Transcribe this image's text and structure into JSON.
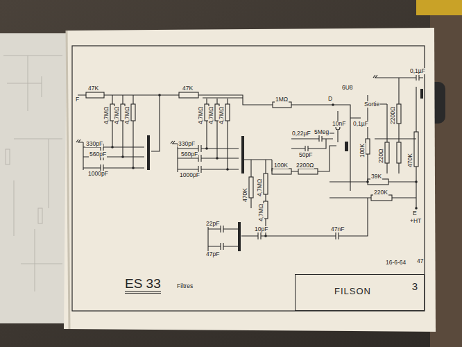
{
  "diagram": {
    "title": "ES 33",
    "nodes": [
      {
        "text": [
          "FILSON",
          "3"
        ]
      }
    ],
    "labels": [
      "F",
      "47K",
      "4,7MΩ",
      "4,7MΩ",
      "4,7MΩ",
      "330pF",
      "560pF",
      "1000pF",
      "47K",
      "4,7MΩ",
      "4,7MΩ",
      "4,7MΩ",
      "330pF",
      "560pF",
      "1000pF",
      "1MΩ",
      "D",
      "6U8",
      "0,1µF",
      "Sortie",
      "2200Ω",
      "10nF",
      "0,1µF",
      "5Meg",
      "0,22µF",
      "50pF",
      "100K",
      "220Ω",
      "470K",
      "100K",
      "2200Ω",
      "39K",
      "220K",
      "E",
      "+HT",
      "470K",
      "4,7MΩ",
      "4,7MΩ",
      "22pF",
      "47pF",
      "10pF",
      "47nF",
      "Filtres",
      "16-6-64",
      "47"
    ]
  }
}
